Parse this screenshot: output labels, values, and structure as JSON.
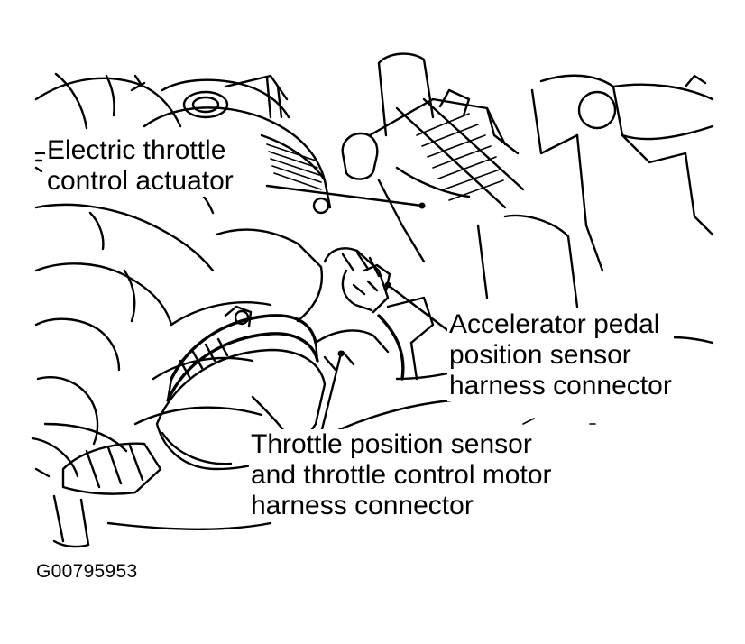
{
  "callouts": {
    "actuator": {
      "line1": "Electric throttle",
      "line2": "control actuator"
    },
    "app_sensor": {
      "line1": "Accelerator pedal",
      "line2": "position sensor",
      "line3": "harness connector"
    },
    "tps_motor": {
      "line1": "Throttle position sensor",
      "line2": "and throttle control motor",
      "line3": "harness connector"
    }
  },
  "figure_id": "G00795953",
  "colors": {
    "ink": "#000000",
    "paper": "#ffffff"
  }
}
